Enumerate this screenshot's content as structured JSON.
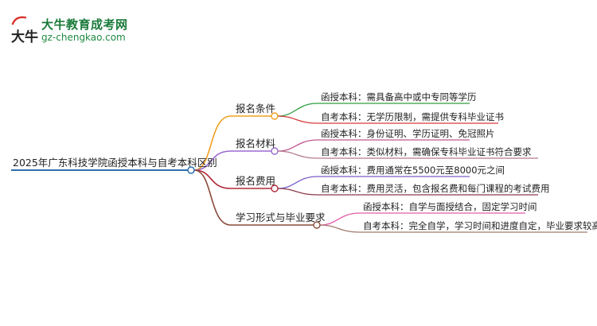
{
  "logo": {
    "title": "大牛教育成考网",
    "url": "gz-chengkao.com",
    "mark_text": "大牛"
  },
  "mindmap": {
    "root": "2025年广东科技学院函授本科与自考本科区别",
    "branches": [
      {
        "label": "报名条件",
        "color": "#f0a020",
        "children": [
          {
            "text": "函授本科：需具备高中或中专同等学历",
            "color": "#2e9e3e"
          },
          {
            "text": "自考本科：无学历限制，需提供专科毕业证书",
            "color": "#d83a3a"
          }
        ]
      },
      {
        "label": "报名材料",
        "color": "#9a6ad0",
        "children": [
          {
            "text": "函授本科：身份证明、学历证明、免冠照片",
            "color": "#c2568e"
          },
          {
            "text": "自考本科：类似材料，需确保专科毕业证书符合要求",
            "color": "#b37a8c"
          }
        ]
      },
      {
        "label": "报名费用",
        "color": "#b22a3a",
        "children": [
          {
            "text": "函授本科：费用通常在5500元至8000元之间",
            "color": "#7a5cc8"
          },
          {
            "text": "自考本科：费用灵活，包含报名费和每门课程的考试费用",
            "color": "#8a3a4a"
          }
        ]
      },
      {
        "label": "学习形式与毕业要求",
        "color": "#8a4a3a",
        "children": [
          {
            "text": "函授本科：自学与面授结合，固定学习时间",
            "color": "#e25aa8"
          },
          {
            "text": "自考本科：完全自学，学习时间和进度自定，毕业要求较高",
            "color": "#a07a6a"
          }
        ]
      }
    ],
    "root_line_color": "#2e6fb0",
    "root_node_color": "#2e6fb0"
  }
}
